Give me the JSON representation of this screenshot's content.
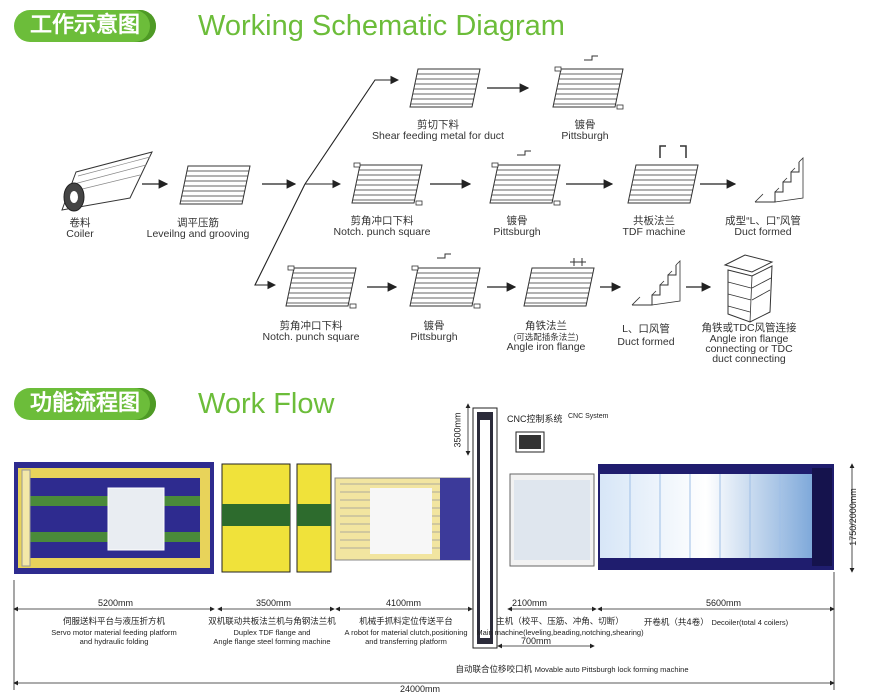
{
  "section1": {
    "badge": "工作示意图",
    "title": "Working Schematic Diagram"
  },
  "section2": {
    "badge": "功能流程图",
    "title": "Work Flow"
  },
  "schematic": {
    "coiler": {
      "zh": "卷料",
      "en": "Coiler"
    },
    "leveling": {
      "zh": "调平压筋",
      "en": "Leveilng and grooving"
    },
    "shear": {
      "zh": "剪切下料",
      "en": "Shear feeding metal for duct"
    },
    "pitt1": {
      "zh": "镀骨",
      "en": "Pittsburgh"
    },
    "notch1": {
      "zh": "剪角冲口下料",
      "en": "Notch. punch square"
    },
    "pitt2": {
      "zh": "镀骨",
      "en": "Pittsburgh"
    },
    "tdf": {
      "zh": "共板法兰",
      "en": "TDF machine"
    },
    "duct1": {
      "zh": "成型“L、口”风管",
      "en": "Duct formed"
    },
    "notch2": {
      "zh": "剪角冲口下料",
      "en": "Notch. punch square"
    },
    "pitt3": {
      "zh": "镀骨",
      "en": "Pittsburgh"
    },
    "angle": {
      "zh": "角铁法兰",
      "note": "(可选配插条法兰)",
      "en": "Angle iron flange"
    },
    "duct2": {
      "zh": "L、口风管",
      "en": "Duct formed"
    },
    "connect": {
      "zh": "角铁或TDC风管连接",
      "en1": "Angle iron flange",
      "en2": "connecting or TDC",
      "en3": "duct connecting"
    }
  },
  "workflow": {
    "cnc": {
      "zh": "CNC控制系统",
      "en": "CNC System"
    },
    "dims": {
      "d5200": "5200mm",
      "d3500": "3500mm",
      "d4100": "4100mm",
      "d2100": "2100mm",
      "d5600": "5600mm",
      "d700": "700mm",
      "d24000": "24000mm",
      "v3500": "3500mm",
      "v1750": "1750/2000mm"
    },
    "captions": {
      "servo_zh": "伺服送料平台与液压折方机",
      "servo_en1": "Servo motor material feeding platform",
      "servo_en2": "and hydraulic folding",
      "duplex_zh": "双机联动共板法兰机与角钢法兰机",
      "duplex_en1": "Duplex TDF flange and",
      "duplex_en2": "Angle flange steel forming machine",
      "robot_zh": "机械手抓料定位传送平台",
      "robot_en1": "A robot for material clutch,positioning",
      "robot_en2": "and transferring platform",
      "main_zh": "主机（校平、压筋、冲角、切断）",
      "main_en": "Main machine(leveling,beading,notching,shearing)",
      "decoiler_zh": "开卷机（共4卷）",
      "decoiler_en": "Decoiler(total 4 coilers)",
      "pitt_zh": "自动联合位移咬口机",
      "pitt_en": "Movable auto Pittsburgh lock forming machine"
    }
  }
}
